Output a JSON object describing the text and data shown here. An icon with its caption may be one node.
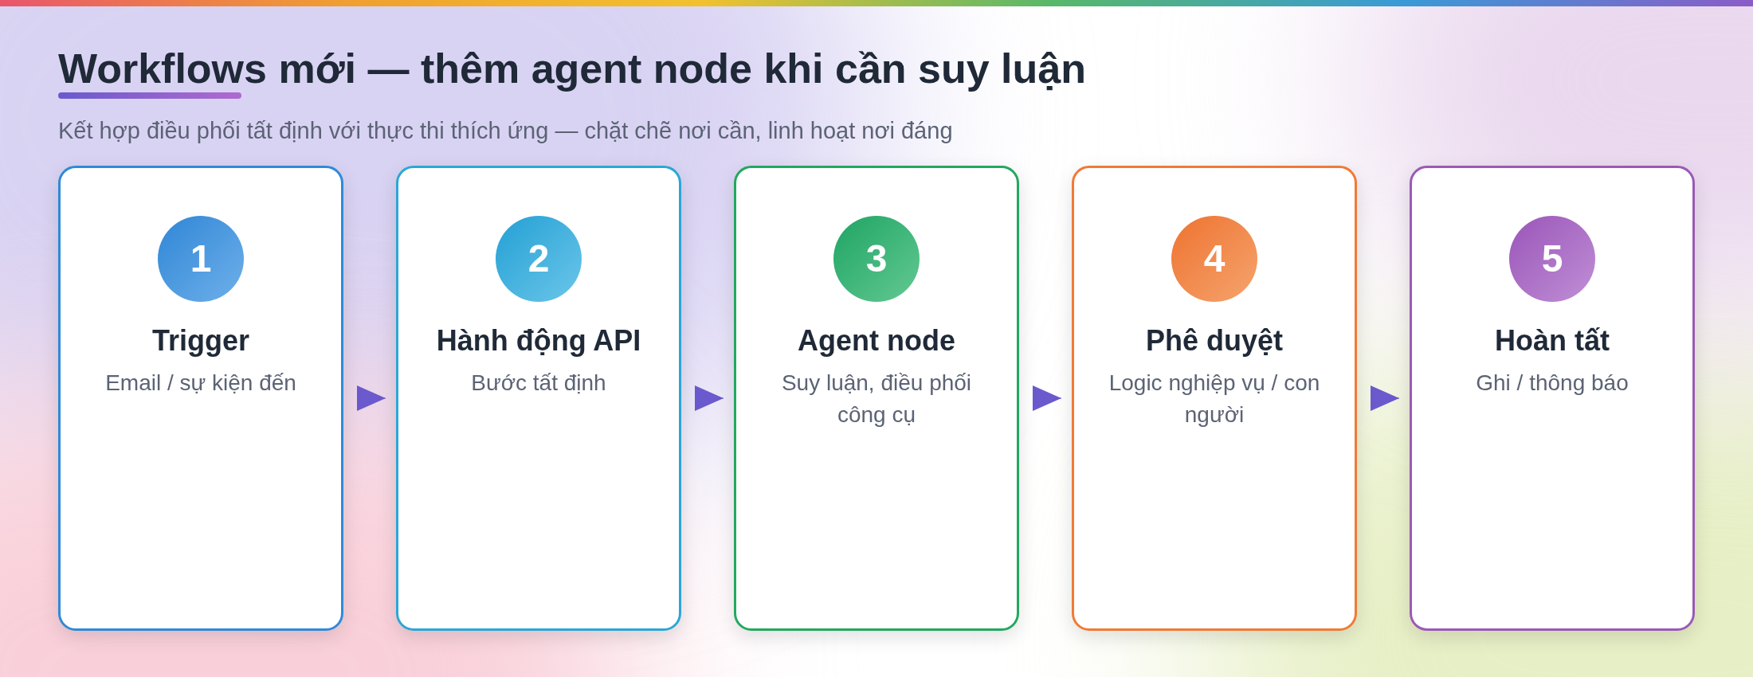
{
  "diagram": {
    "title": "Workflows mới — thêm agent node khi cần suy luận",
    "caption": "Kết hợp điều phối tất định với thực thi thích ứng — chặt chẽ nơi cần, linh hoạt nơi đáng",
    "nodes": [
      {
        "text": [
          "Trigger",
          "Email / sự kiện đến"
        ]
      },
      {
        "text": [
          "1"
        ],
        "in": 0
      },
      {
        "text": [
          "Hành động API",
          "Bước tất định"
        ]
      },
      {
        "text": [
          "2"
        ],
        "in": 2
      },
      {
        "text": [
          "Agent node",
          "Suy luận, điều phối công cụ"
        ]
      },
      {
        "text": [
          "3"
        ],
        "in": 4
      },
      {
        "text": [
          "Phê duyệt",
          "Logic nghiệp vụ / con người"
        ]
      },
      {
        "text": [
          "4"
        ],
        "in": 6
      },
      {
        "text": [
          "Hoàn tất",
          "Ghi / thông báo"
        ]
      },
      {
        "text": [
          "5"
        ],
        "in": 8
      }
    ],
    "edges": [
      {
        "from": 0,
        "to": 2,
        "arrow": "to"
      },
      {
        "from": 2,
        "to": 4,
        "arrow": "to"
      },
      {
        "from": 4,
        "to": 6,
        "arrow": "to"
      },
      {
        "from": 6,
        "to": 8,
        "arrow": "to"
      }
    ]
  }
}
